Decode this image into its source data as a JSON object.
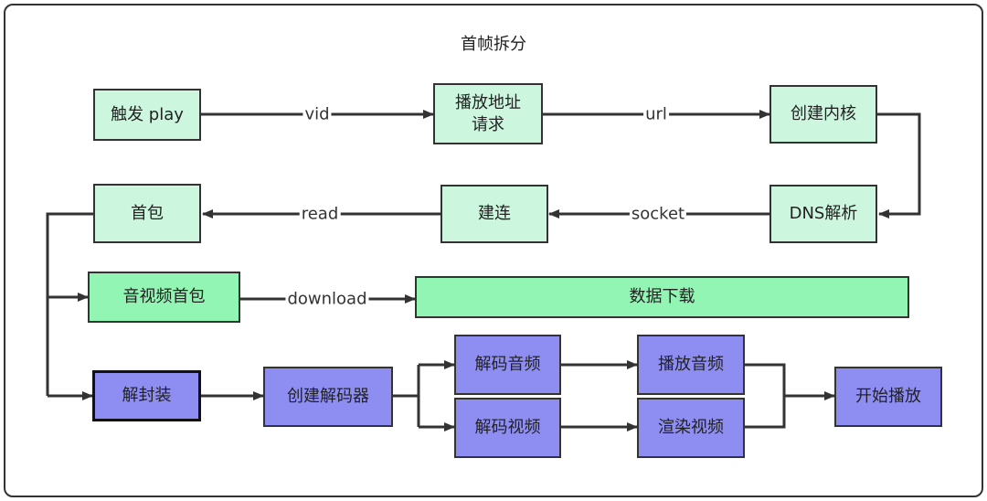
{
  "title": "首帧拆分",
  "nodes": {
    "trigger_play": "触发 play",
    "request_addr": "播放地址\n请求",
    "create_kernel": "创建内核",
    "dns_parse": "DNS解析",
    "connect": "建连",
    "first_packet": "首包",
    "av_first_packet": "音视频首包",
    "data_download": "数据下载",
    "demux": "解封装",
    "create_decoder": "创建解码器",
    "decode_audio": "解码音频",
    "decode_video": "解码视频",
    "play_audio": "播放音频",
    "render_video": "渲染视频",
    "start_play": "开始播放"
  },
  "edge_labels": {
    "vid": "vid",
    "url": "url",
    "socket": "socket",
    "read": "read",
    "download": "download"
  },
  "colors": {
    "mint": "#ccf6de",
    "green": "#93f5b3",
    "purple": "#8e8ef2",
    "line": "#333333"
  }
}
